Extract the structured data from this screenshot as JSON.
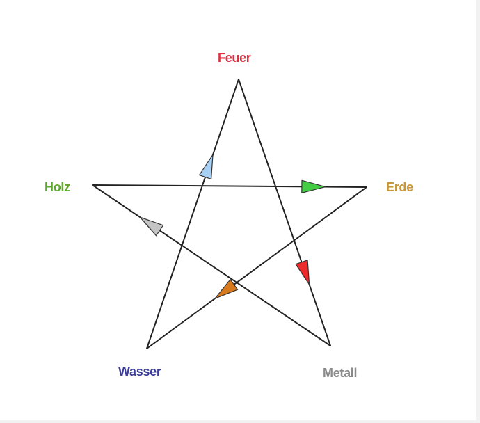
{
  "diagram": {
    "elements": [
      {
        "key": "feuer",
        "label": "Feuer",
        "color": "#e0303f"
      },
      {
        "key": "erde",
        "label": "Erde",
        "color": "#c9973a"
      },
      {
        "key": "metall",
        "label": "Metall",
        "color": "#8a8a8a"
      },
      {
        "key": "wasser",
        "label": "Wasser",
        "color": "#3c3c9a"
      },
      {
        "key": "holz",
        "label": "Holz",
        "color": "#5aaa2e"
      }
    ],
    "cycle": [
      {
        "from": "feuer",
        "to": "metall",
        "arrow_color": "#ee2b2b"
      },
      {
        "from": "metall",
        "to": "holz",
        "arrow_color": "#c4c4c4"
      },
      {
        "from": "holz",
        "to": "erde",
        "arrow_color": "#44cc44"
      },
      {
        "from": "erde",
        "to": "wasser",
        "arrow_color": "#d77a1e"
      },
      {
        "from": "wasser",
        "to": "feuer",
        "arrow_color": "#a8d0f5"
      }
    ],
    "line_color": "#222222"
  }
}
